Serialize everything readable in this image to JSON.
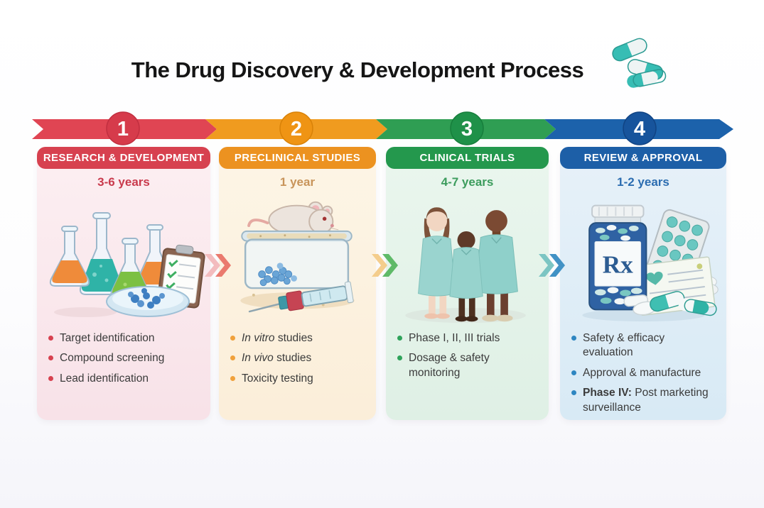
{
  "title": "The Drug Discovery & Development Process",
  "palette": {
    "phase1_accent": "#d7414f",
    "phase2_accent": "#ec9220",
    "phase3_accent": "#24984d",
    "phase4_accent": "#1d5fa7"
  },
  "phases": [
    {
      "number": "1",
      "header": "RESEARCH & DEVELOPMENT",
      "duration": "3-6 years",
      "illustration": "lab-flasks-clipboard-petri-dish",
      "colors": {
        "accent": "#d7414f",
        "panel_bg": "#f9e6ea",
        "duration_text": "#c93a4c"
      },
      "bullets": [
        {
          "text": "Target identification"
        },
        {
          "text": "Compound screening"
        },
        {
          "text": "Lead identification"
        }
      ]
    },
    {
      "number": "2",
      "header": "PRECLINICAL STUDIES",
      "duration": "1 year",
      "illustration": "mouse-cage-syringe",
      "colors": {
        "accent": "#ec9220",
        "panel_bg": "#fcf2e0",
        "duration_text": "#c8945a"
      },
      "bullets": [
        {
          "em": "In vitro",
          "text": " studies"
        },
        {
          "em": "In vivo",
          "text": " studies"
        },
        {
          "text": "Toxicity testing"
        }
      ]
    },
    {
      "number": "3",
      "header": "CLINICAL TRIALS",
      "duration": "4-7 years",
      "illustration": "trial-participants",
      "colors": {
        "accent": "#24984d",
        "panel_bg": "#e5f3ea",
        "duration_text": "#3c9c5d"
      },
      "bullets": [
        {
          "text": "Phase I, II, III trials"
        },
        {
          "text": "Dosage & safety monitoring"
        }
      ]
    },
    {
      "number": "4",
      "header": "REVIEW & APPROVAL",
      "duration": "1-2 years",
      "illustration": "rx-bottle-blister-pack-pills",
      "rx_label": "Rx",
      "colors": {
        "accent": "#1d5fa7",
        "panel_bg": "#e0edf7",
        "duration_text": "#2b6cb0"
      },
      "bullets": [
        {
          "text": "Safety & efficacy evaluation"
        },
        {
          "text": "Approval & manufacture"
        },
        {
          "strong": "Phase IV:",
          "text": " Post marketing surveillance"
        }
      ]
    }
  ]
}
